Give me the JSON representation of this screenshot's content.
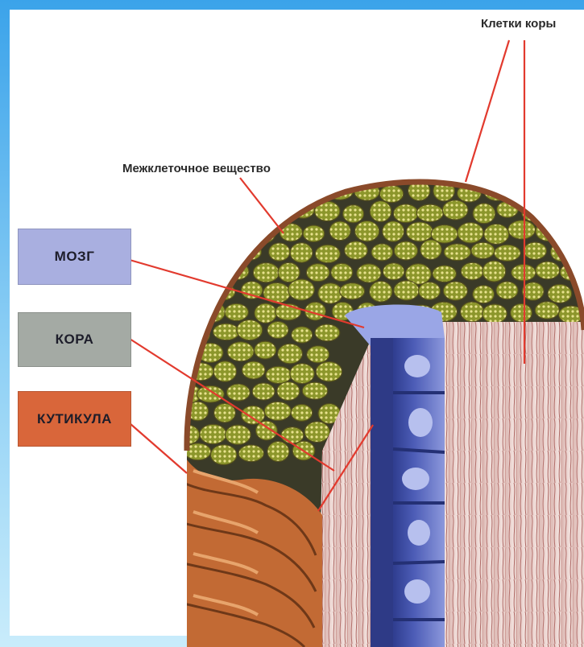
{
  "labels": {
    "medulla": "МОЗГ",
    "cortex": "КОРА",
    "cuticle": "КУТИКУЛА",
    "intercellular_substance": "Межклеточное вещество",
    "cortex_cells": "Клетки коры"
  },
  "colors": {
    "frame_top": "#3ba3ea",
    "frame_bottom": "#bfe7fb",
    "medulla_box": "#a9afe0",
    "cortex_box": "#a4aaa4",
    "cuticle_box": "#d9663a",
    "leader_line": "#e23a2e",
    "cell_fill": "#8d9a2e",
    "cell_dots": "#e7e08a",
    "medulla_column": "#5662b8",
    "cortex_fiber": "#e9d3cf",
    "cuticle_scales": "#c96d37"
  }
}
